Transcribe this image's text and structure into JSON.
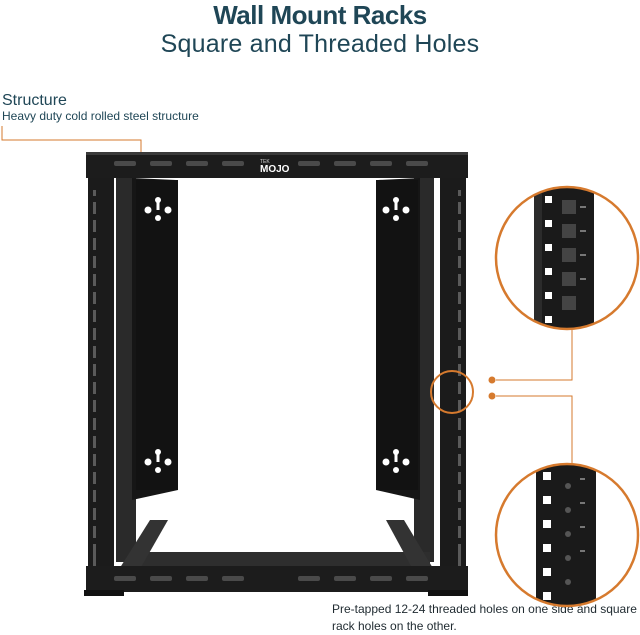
{
  "header": {
    "title": "Wall Mount Racks",
    "subtitle": "Square and Threaded Holes"
  },
  "callouts": {
    "structure_title": "Structure",
    "structure_desc": "Heavy duty cold rolled steel structure",
    "holes_caption": "Pre-tapped 12-24 threaded holes on one side and square rack holes on the other."
  },
  "product": {
    "logo_small": "TEK",
    "logo_big": "MOJO"
  },
  "colors": {
    "heading": "#1f4656",
    "accent": "#d67a2e",
    "rack": "#1b1b1b"
  }
}
